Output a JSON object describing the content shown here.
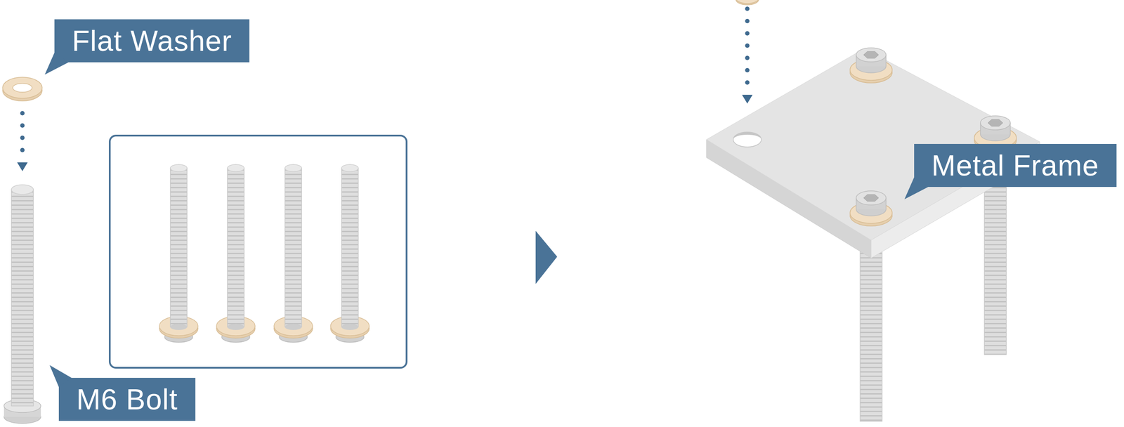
{
  "diagram": {
    "labels": [
      "Flat Washer",
      "M6 Bolt",
      "Metal Frame"
    ]
  }
}
